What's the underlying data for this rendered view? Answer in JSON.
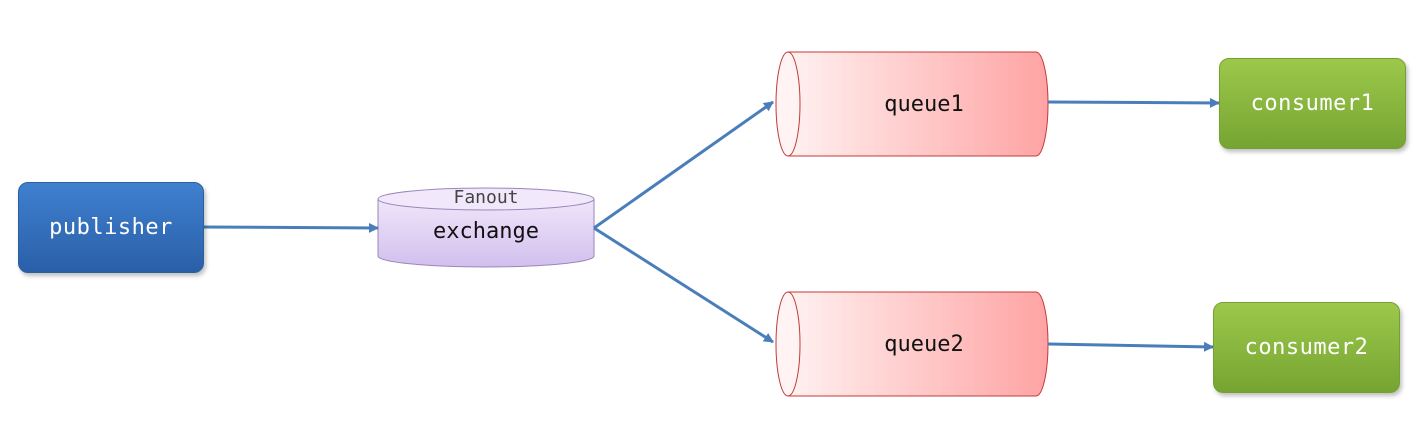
{
  "diagram": {
    "publisher": {
      "label": "publisher"
    },
    "exchange": {
      "type_label": "Fanout",
      "label": "exchange"
    },
    "queues": [
      {
        "label": "queue1"
      },
      {
        "label": "queue2"
      }
    ],
    "consumers": [
      {
        "label": "consumer1"
      },
      {
        "label": "consumer2"
      }
    ],
    "edges": [
      {
        "from": "publisher",
        "to": "exchange"
      },
      {
        "from": "exchange",
        "to": "queue1"
      },
      {
        "from": "exchange",
        "to": "queue2"
      },
      {
        "from": "queue1",
        "to": "consumer1"
      },
      {
        "from": "queue2",
        "to": "consumer2"
      }
    ]
  },
  "colors": {
    "publisher": "#3a75c4",
    "exchange": "#dccbf0",
    "queue": "#ffa7a7",
    "consumer": "#8dbb3e",
    "arrow": "#4a7ebb"
  }
}
